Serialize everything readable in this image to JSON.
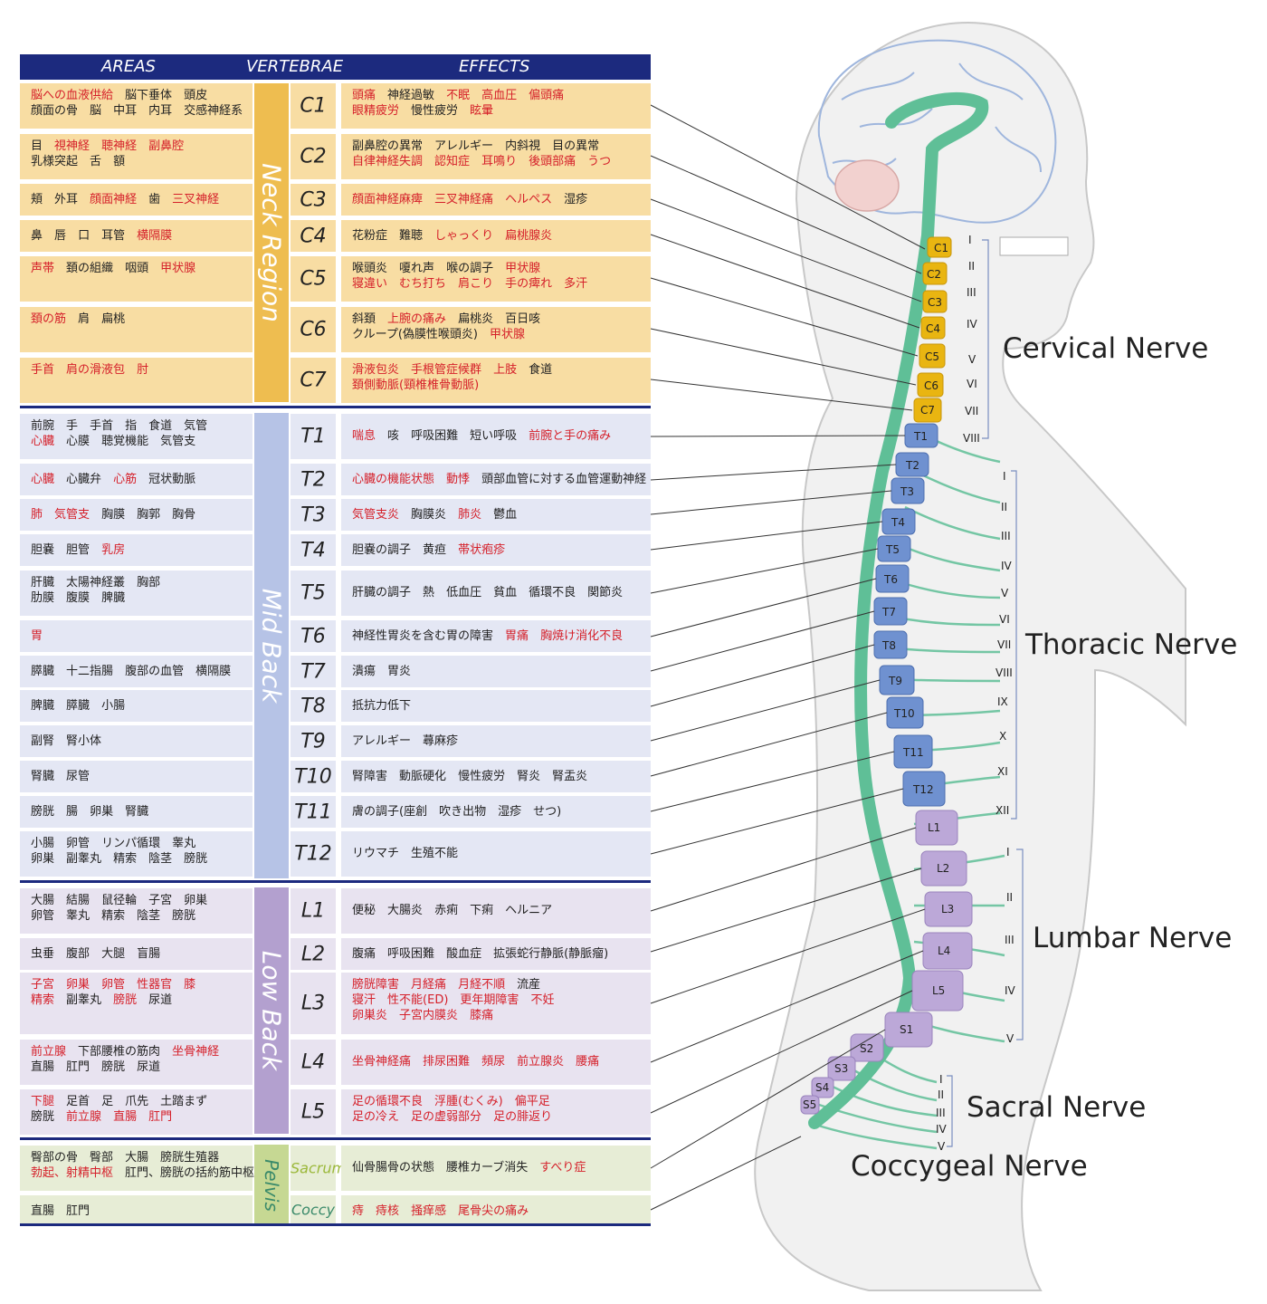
{
  "header": {
    "areas": "AREAS",
    "vertebrae": "VERTEBRAE",
    "effects": "EFFECTS"
  },
  "regions": {
    "neck": "Neck Region",
    "mid": "Mid Back",
    "low": "Low Back",
    "pelvis": "Pelvis"
  },
  "rows": [
    {
      "v": "C1",
      "a": [
        [
          [
            "脳への血液供給",
            1
          ],
          [
            "脳下垂体",
            0
          ],
          [
            "頭皮",
            0
          ]
        ],
        [
          [
            "顔面の骨",
            0
          ],
          [
            "脳",
            0
          ],
          [
            "中耳",
            0
          ],
          [
            "内耳",
            0
          ],
          [
            "交感神経系",
            0
          ]
        ]
      ],
      "e": [
        [
          [
            "頭痛",
            1
          ],
          [
            "神経過敏",
            0
          ],
          [
            "不眠",
            1
          ],
          [
            "高血圧",
            1
          ],
          [
            "偏頭痛",
            1
          ]
        ],
        [
          [
            "眼精疲労",
            1
          ],
          [
            "慢性疲労",
            0
          ],
          [
            "眩暈",
            1
          ]
        ]
      ]
    },
    {
      "v": "C2",
      "a": [
        [
          [
            "目",
            0
          ],
          [
            "視神経",
            1
          ],
          [
            "聴神経",
            1
          ],
          [
            "副鼻腔",
            1
          ]
        ],
        [
          [
            "乳様突起",
            0
          ],
          [
            "舌",
            0
          ],
          [
            "額",
            0
          ]
        ]
      ],
      "e": [
        [
          [
            "副鼻腔の異常",
            0
          ],
          [
            "アレルギー",
            0
          ],
          [
            "内斜視",
            0
          ],
          [
            "目の異常",
            0
          ]
        ],
        [
          [
            "自律神経失調",
            1
          ],
          [
            "認知症",
            1
          ],
          [
            "耳鳴り",
            1
          ],
          [
            "後頭部痛",
            1
          ],
          [
            "うつ",
            1
          ]
        ]
      ]
    },
    {
      "v": "C3",
      "a": [
        [
          [
            "頬",
            0
          ],
          [
            "外耳",
            0
          ],
          [
            "顔面神経",
            1
          ],
          [
            "歯",
            0
          ],
          [
            "三叉神経",
            1
          ]
        ]
      ],
      "e": [
        [
          [
            "顔面神経麻痺",
            1
          ],
          [
            "三叉神経痛",
            1
          ],
          [
            "ヘルペス",
            1
          ],
          [
            "湿疹",
            0
          ]
        ]
      ]
    },
    {
      "v": "C4",
      "a": [
        [
          [
            "鼻",
            0
          ],
          [
            "唇",
            0
          ],
          [
            "口",
            0
          ],
          [
            "耳管",
            0
          ],
          [
            "横隔膜",
            1
          ]
        ]
      ],
      "e": [
        [
          [
            "花粉症",
            0
          ],
          [
            "難聴",
            0
          ],
          [
            "しゃっくり",
            1
          ],
          [
            "扁桃腺炎",
            1
          ]
        ]
      ]
    },
    {
      "v": "C5",
      "a": [
        [
          [
            "声帯",
            1
          ],
          [
            "頚の組織",
            0
          ],
          [
            "咽頭",
            0
          ],
          [
            "甲状腺",
            1
          ]
        ]
      ],
      "e": [
        [
          [
            "喉頭炎",
            0
          ],
          [
            "嗄れ声",
            0
          ],
          [
            "喉の調子",
            0
          ],
          [
            "甲状腺",
            1
          ]
        ],
        [
          [
            "寝違い",
            1
          ],
          [
            "むち打ち",
            1
          ],
          [
            "肩こり",
            1
          ],
          [
            "手の痺れ",
            1
          ],
          [
            "多汗",
            1
          ]
        ]
      ]
    },
    {
      "v": "C6",
      "a": [
        [
          [
            "頚の筋",
            1
          ],
          [
            "肩",
            0
          ],
          [
            "扁桃",
            0
          ]
        ]
      ],
      "e": [
        [
          [
            "斜頚",
            0
          ],
          [
            "上腕の痛み",
            1
          ],
          [
            "扁桃炎",
            0
          ],
          [
            "百日咳",
            0
          ]
        ],
        [
          [
            "クループ(偽膜性喉頭炎)",
            0
          ],
          [
            "甲状腺",
            1
          ]
        ]
      ]
    },
    {
      "v": "C7",
      "a": [
        [
          [
            "手首",
            1
          ],
          [
            "肩の滑液包",
            1
          ],
          [
            "肘",
            1
          ]
        ]
      ],
      "e": [
        [
          [
            "滑液包炎",
            1
          ],
          [
            "手根管症候群",
            1
          ],
          [
            "上肢",
            1
          ],
          [
            "食道",
            0
          ]
        ],
        [
          [
            "頚側動脈(頸椎椎骨動脈)",
            1
          ]
        ]
      ]
    },
    {
      "v": "T1",
      "a": [
        [
          [
            "前腕",
            0
          ],
          [
            "手",
            0
          ],
          [
            "手首",
            0
          ],
          [
            "指",
            0
          ],
          [
            "食道",
            0
          ],
          [
            "気管",
            0
          ]
        ],
        [
          [
            "心臓",
            1
          ],
          [
            "心膜",
            0
          ],
          [
            "聴覚機能",
            0
          ],
          [
            "気管支",
            0
          ]
        ]
      ],
      "e": [
        [
          [
            "喘息",
            1
          ],
          [
            "咳",
            0
          ],
          [
            "呼吸困難",
            0
          ],
          [
            "短い呼吸",
            0
          ],
          [
            "前腕と手の痛み",
            1
          ]
        ]
      ]
    },
    {
      "v": "T2",
      "a": [
        [
          [
            "心臓",
            1
          ],
          [
            "心臓弁",
            0
          ],
          [
            "心筋",
            1
          ],
          [
            "冠状動脈",
            0
          ]
        ]
      ],
      "e": [
        [
          [
            "心臓の機能状態",
            1
          ],
          [
            "動悸",
            1
          ],
          [
            "頭部血管に対する血管運動神経",
            0
          ]
        ]
      ]
    },
    {
      "v": "T3",
      "a": [
        [
          [
            "肺",
            1
          ],
          [
            "気管支",
            1
          ],
          [
            "胸膜",
            0
          ],
          [
            "胸郭",
            0
          ],
          [
            "胸骨",
            0
          ]
        ]
      ],
      "e": [
        [
          [
            "気管支炎",
            1
          ],
          [
            "胸膜炎",
            0
          ],
          [
            "肺炎",
            1
          ],
          [
            "鬱血",
            0
          ]
        ]
      ]
    },
    {
      "v": "T4",
      "a": [
        [
          [
            "胆嚢",
            0
          ],
          [
            "胆管",
            0
          ],
          [
            "乳房",
            1
          ]
        ]
      ],
      "e": [
        [
          [
            "胆嚢の調子",
            0
          ],
          [
            "黄疸",
            0
          ],
          [
            "帯状疱疹",
            1
          ]
        ]
      ]
    },
    {
      "v": "T5",
      "a": [
        [
          [
            "肝臓",
            0
          ],
          [
            "太陽神経叢",
            0
          ],
          [
            "胸部",
            0
          ]
        ],
        [
          [
            "肋膜",
            0
          ],
          [
            "腹膜",
            0
          ],
          [
            "脾臓",
            0
          ]
        ]
      ],
      "e": [
        [
          [
            "肝臓の調子",
            0
          ],
          [
            "熱",
            0
          ],
          [
            "低血圧",
            0
          ],
          [
            "貧血",
            0
          ],
          [
            "循環不良",
            0
          ],
          [
            "関節炎",
            0
          ]
        ]
      ]
    },
    {
      "v": "T6",
      "a": [
        [
          [
            "胃",
            1
          ]
        ]
      ],
      "e": [
        [
          [
            "神経性胃炎を含む胃の障害",
            0
          ],
          [
            "胃痛",
            1
          ],
          [
            "胸焼け消化不良",
            1
          ]
        ]
      ]
    },
    {
      "v": "T7",
      "a": [
        [
          [
            "膵臓",
            0
          ],
          [
            "十二指腸",
            0
          ],
          [
            "腹部の血管",
            0
          ],
          [
            "横隔膜",
            0
          ]
        ]
      ],
      "e": [
        [
          [
            "潰瘍",
            0
          ],
          [
            "胃炎",
            0
          ]
        ]
      ]
    },
    {
      "v": "T8",
      "a": [
        [
          [
            "脾臓",
            0
          ],
          [
            "膵臓",
            0
          ],
          [
            "小腸",
            0
          ]
        ]
      ],
      "e": [
        [
          [
            "抵抗力低下",
            0
          ]
        ]
      ]
    },
    {
      "v": "T9",
      "a": [
        [
          [
            "副腎",
            0
          ],
          [
            "腎小体",
            0
          ]
        ]
      ],
      "e": [
        [
          [
            "アレルギー",
            0
          ],
          [
            "蕁麻疹",
            0
          ]
        ]
      ]
    },
    {
      "v": "T10",
      "a": [
        [
          [
            "腎臓",
            0
          ],
          [
            "尿管",
            0
          ]
        ]
      ],
      "e": [
        [
          [
            "腎障害",
            0
          ],
          [
            "動脈硬化",
            0
          ],
          [
            "慢性疲労",
            0
          ],
          [
            "腎炎",
            0
          ],
          [
            "腎盂炎",
            0
          ]
        ]
      ]
    },
    {
      "v": "T11",
      "a": [
        [
          [
            "膀胱",
            0
          ],
          [
            "腸",
            0
          ],
          [
            "卵巣",
            0
          ],
          [
            "腎臓",
            0
          ]
        ]
      ],
      "e": [
        [
          [
            "膚の調子(座創",
            0
          ],
          [
            "吹き出物",
            0
          ],
          [
            "湿疹",
            0
          ],
          [
            "せつ)",
            0
          ]
        ]
      ]
    },
    {
      "v": "T12",
      "a": [
        [
          [
            "小腸",
            0
          ],
          [
            "卵管",
            0
          ],
          [
            "リンパ循環",
            0
          ],
          [
            "睾丸",
            0
          ]
        ],
        [
          [
            "卵巣",
            0
          ],
          [
            "副睾丸",
            0
          ],
          [
            "精索",
            0
          ],
          [
            "陰茎",
            0
          ],
          [
            "膀胱",
            0
          ]
        ]
      ],
      "e": [
        [
          [
            "リウマチ",
            0
          ],
          [
            "生殖不能",
            0
          ]
        ]
      ]
    },
    {
      "v": "L1",
      "a": [
        [
          [
            "大腸",
            0
          ],
          [
            "結腸",
            0
          ],
          [
            "鼠径輪",
            0
          ],
          [
            "子宮",
            0
          ],
          [
            "卵巣",
            0
          ]
        ],
        [
          [
            "卵管",
            0
          ],
          [
            "睾丸",
            0
          ],
          [
            "精索",
            0
          ],
          [
            "陰茎",
            0
          ],
          [
            "膀胱",
            0
          ]
        ]
      ],
      "e": [
        [
          [
            "便秘",
            0
          ],
          [
            "大腸炎",
            0
          ],
          [
            "赤痢",
            0
          ],
          [
            "下痢",
            0
          ],
          [
            "ヘルニア",
            0
          ]
        ]
      ]
    },
    {
      "v": "L2",
      "a": [
        [
          [
            "虫垂",
            0
          ],
          [
            "腹部",
            0
          ],
          [
            "大腿",
            0
          ],
          [
            "盲腸",
            0
          ]
        ]
      ],
      "e": [
        [
          [
            "腹痛",
            0
          ],
          [
            "呼吸困難",
            0
          ],
          [
            "酸血症",
            0
          ],
          [
            "拡張蛇行静脈(静脈瘤)",
            0
          ]
        ]
      ]
    },
    {
      "v": "L3",
      "a": [
        [
          [
            "子宮",
            1
          ],
          [
            "卵巣",
            1
          ],
          [
            "卵管",
            1
          ],
          [
            "性器官",
            1
          ],
          [
            "膝",
            1
          ]
        ],
        [
          [
            "精索",
            1
          ],
          [
            "副睾丸",
            0
          ],
          [
            "膀胱",
            1
          ],
          [
            "尿道",
            0
          ]
        ]
      ],
      "e": [
        [
          [
            "膀胱障害",
            1
          ],
          [
            "月経痛",
            1
          ],
          [
            "月経不順",
            1
          ],
          [
            "流産",
            0
          ]
        ],
        [
          [
            "寝汗",
            1
          ],
          [
            "性不能(ED)",
            1
          ],
          [
            "更年期障害",
            1
          ],
          [
            "不妊",
            1
          ]
        ],
        [
          [
            "卵巣炎",
            1
          ],
          [
            "子宮内膜炎",
            1
          ],
          [
            "膝痛",
            1
          ]
        ]
      ]
    },
    {
      "v": "L4",
      "a": [
        [
          [
            "前立腺",
            1
          ],
          [
            "下部腰椎の筋肉",
            0
          ],
          [
            "坐骨神経",
            1
          ]
        ],
        [
          [
            "直腸",
            0
          ],
          [
            "肛門",
            0
          ],
          [
            "膀胱",
            0
          ],
          [
            "尿道",
            0
          ]
        ]
      ],
      "e": [
        [
          [
            "坐骨神経痛",
            1
          ],
          [
            "排尿困難",
            1
          ],
          [
            "頻尿",
            1
          ],
          [
            "前立腺炎",
            1
          ],
          [
            "腰痛",
            1
          ]
        ]
      ]
    },
    {
      "v": "L5",
      "a": [
        [
          [
            "下腿",
            1
          ],
          [
            "足首",
            0
          ],
          [
            "足",
            0
          ],
          [
            "爪先",
            0
          ],
          [
            "土踏まず",
            0
          ]
        ],
        [
          [
            "膀胱",
            0
          ],
          [
            "前立腺",
            1
          ],
          [
            "直腸",
            1
          ],
          [
            "肛門",
            1
          ]
        ]
      ],
      "e": [
        [
          [
            "足の循環不良",
            1
          ],
          [
            "浮腫(むくみ)",
            1
          ],
          [
            "偏平足",
            1
          ]
        ],
        [
          [
            "足の冷え",
            1
          ],
          [
            "足の虚弱部分",
            1
          ],
          [
            "足の腓返り",
            1
          ]
        ]
      ]
    },
    {
      "v": "Sacrum",
      "a": [
        [
          [
            "臀部の骨",
            0
          ],
          [
            "臀部",
            0
          ],
          [
            "大腸",
            0
          ],
          [
            "膀胱生殖器",
            0
          ]
        ],
        [
          [
            "勃起、射精中枢",
            1
          ],
          [
            "肛門、膀胱の括約筋中枢",
            0
          ]
        ]
      ],
      "e": [
        [
          [
            "仙骨腸骨の状態",
            0
          ],
          [
            "腰椎カーブ消失",
            0
          ],
          [
            "すべり症",
            1
          ]
        ]
      ]
    },
    {
      "v": "Coccy",
      "a": [
        [
          [
            "直腸",
            0
          ],
          [
            "肛門",
            0
          ]
        ]
      ],
      "e": [
        [
          [
            "痔",
            1
          ],
          [
            "痔核",
            1
          ],
          [
            "掻痒感",
            1
          ],
          [
            "尾骨尖の痛み",
            1
          ]
        ]
      ]
    }
  ],
  "nerve_labels": {
    "cervical": "Cervical Nerve",
    "thoracic": "Thoracic Nerve",
    "lumbar": "Lumbar Nerve",
    "sacral": "Sacral Nerve",
    "coccygeal": "Coccygeal Nerve"
  },
  "numerals": {
    "cervical": [
      "I",
      "II",
      "III",
      "IV",
      "V",
      "VI",
      "VII",
      "VIII"
    ],
    "thoracic": [
      "I",
      "II",
      "III",
      "IV",
      "V",
      "VI",
      "VII",
      "VIII",
      "IX",
      "X",
      "XI",
      "XII"
    ],
    "lumbar": [
      "I",
      "II",
      "III",
      "IV",
      "V"
    ],
    "sacral": [
      "I",
      "II",
      "III",
      "IV",
      "V"
    ]
  },
  "colors": {
    "navy": "#1c2a7e",
    "neck": "#f8dda3",
    "neck_band": "#eebd50",
    "mid": "#e4e7f4",
    "mid_band": "#b6c3e6",
    "low": "#e8e3f0",
    "low_band": "#b3a0cf",
    "pelvis": "#e7edd6",
    "pelvis_band": "#c6d893",
    "red": "#d5202a",
    "nerve": "#5fbf97",
    "cervical_vert": "#e9b511",
    "thoracic_vert": "#6f91d0",
    "lumbar_vert": "#bca8d8"
  }
}
